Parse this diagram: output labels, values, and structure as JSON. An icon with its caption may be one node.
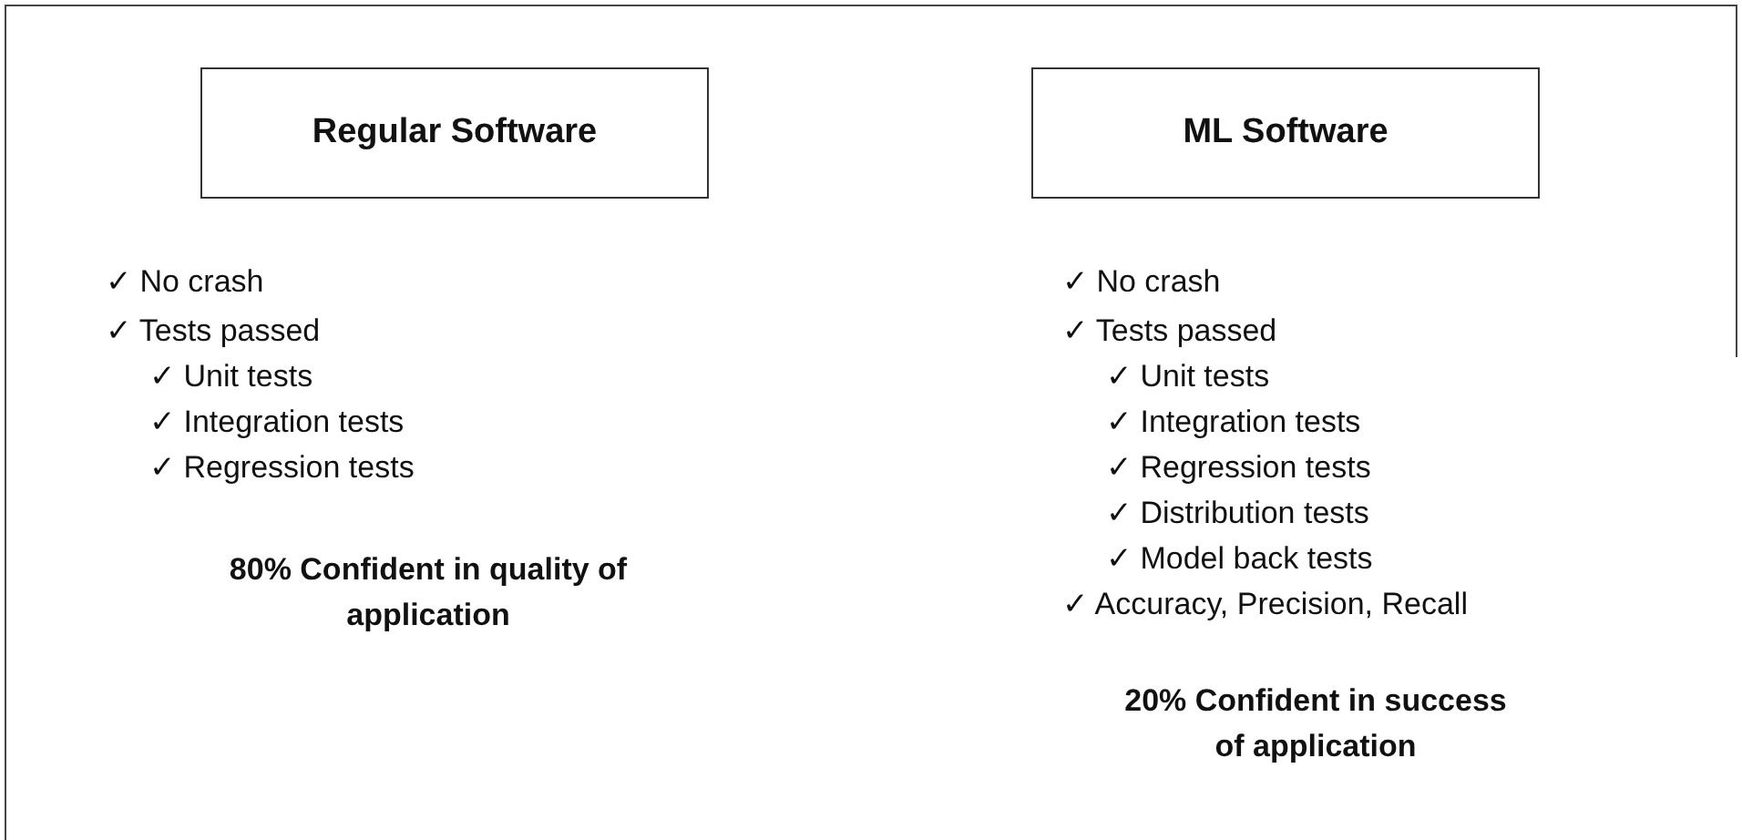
{
  "diagram": {
    "nodes": [
      {
        "text": [
          "Regular Software"
        ]
      },
      {
        "text": [
          "ML Software"
        ]
      }
    ],
    "labels": [
      "✓ No crash",
      "✓ Tests passed",
      "✓ Unit tests",
      "✓ Integration tests",
      "✓ Regression tests",
      "80% Confident in quality of application",
      "✓ No crash",
      "✓ Tests passed",
      "✓ Unit tests",
      "✓ Integration tests",
      "✓ Regression tests",
      "✓ Distribution tests",
      "✓ Model back tests",
      "✓ Accuracy, Precision, Recall",
      "20% Confident in success of application"
    ]
  }
}
